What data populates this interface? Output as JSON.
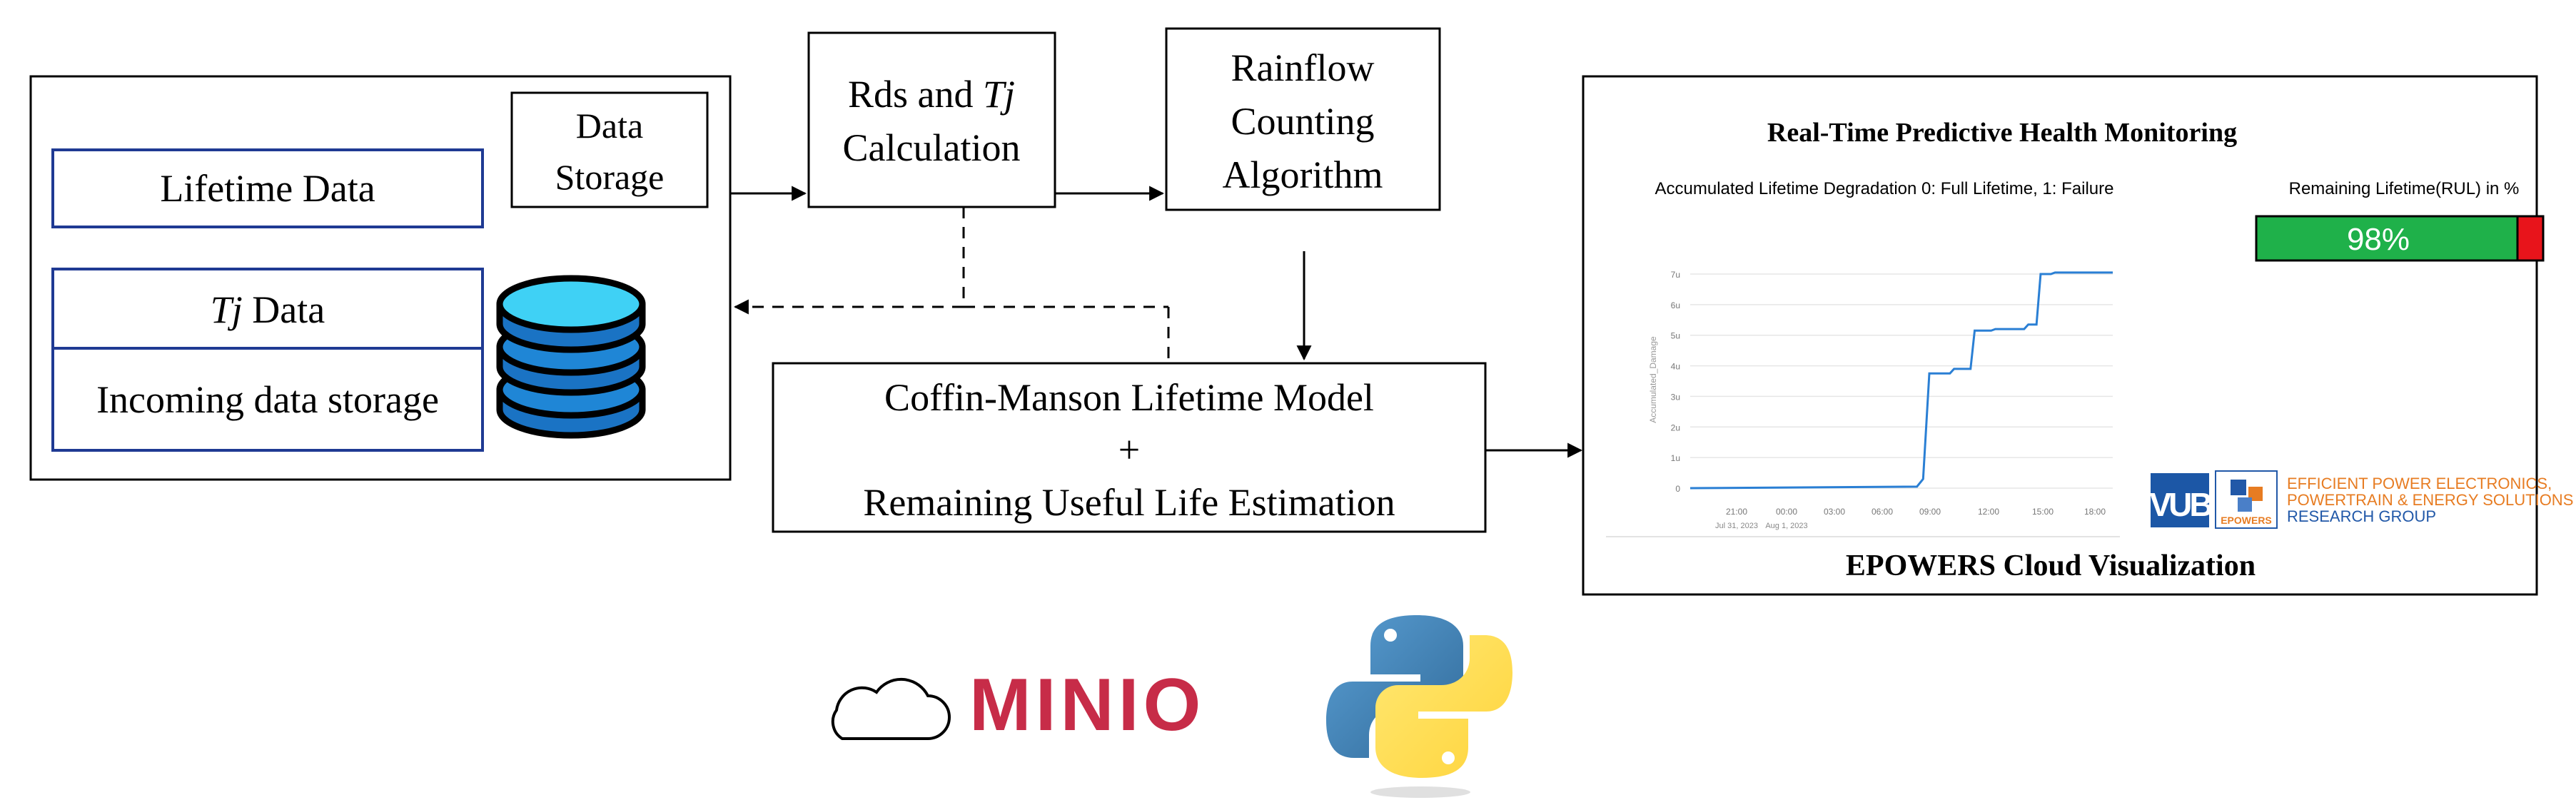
{
  "storage_panel": {
    "title_line1": "Data",
    "title_line2": "Storage",
    "lifetime_data": "Lifetime Data",
    "tj_data_italic": "Tj",
    "tj_data_rest": " Data",
    "incoming": "Incoming data storage"
  },
  "rds_box": {
    "line1_plain": "Rds and ",
    "line1_italic": "Tj",
    "line2": "Calculation"
  },
  "rainflow_box": {
    "line1": "Rainflow",
    "line2": "Counting",
    "line3": "Algorithm"
  },
  "coffin_box": {
    "line1": "Coffin-Manson Lifetime Model",
    "line2": "+",
    "line3": "Remaining Useful Life Estimation"
  },
  "dashboard": {
    "title": "Real-Time Predictive Health Monitoring",
    "chart_title": "Accumulated Lifetime Degradation 0: Full Lifetime, 1: Failure",
    "rul_title": "Remaining Lifetime(RUL) in %",
    "rul_value_label": "98%",
    "rul_value": 98,
    "footer": "EPOWERS Cloud Visualization",
    "vub_logo": "VUB",
    "epowers_logo": "EPOWERS",
    "group_line1": "EFFICIENT POWER ELECTRONICS,",
    "group_line2": "POWERTRAIN & ENERGY SOLUTIONS",
    "group_line3": "RESEARCH GROUP",
    "colors": {
      "rul_green": "#1fb14a",
      "rul_red": "#e8141b",
      "line_blue": "#2a7fd4",
      "epowers_orange": "#e77c22",
      "group_blue": "#2158a8"
    }
  },
  "chart_data": {
    "type": "line",
    "title": "Accumulated Lifetime Degradation 0: Full Lifetime, 1: Failure",
    "ylabel": "Accumulated_Damage",
    "xlabel": "",
    "y_ticks": [
      "0",
      "1u",
      "2u",
      "3u",
      "4u",
      "5u",
      "6u",
      "7u"
    ],
    "x_ticks": [
      "21:00",
      "00:00",
      "03:00",
      "06:00",
      "09:00",
      "12:00",
      "15:00",
      "18:00"
    ],
    "x_subticks": [
      "Jul 31, 2023",
      "Aug 1, 2023"
    ],
    "ylim": [
      0,
      7.5
    ],
    "grid": true,
    "series": [
      {
        "x": [
          0,
          11,
          11.3,
          11.6,
          12.6,
          12.8,
          13.6,
          13.8,
          14.6,
          14.8,
          16.2,
          16.4,
          16.8,
          17.0,
          17.5,
          17.7,
          20.5
        ],
        "values": [
          0,
          0.05,
          0.3,
          3.75,
          3.75,
          3.9,
          3.9,
          5.15,
          5.15,
          5.2,
          5.2,
          5.35,
          5.35,
          7.0,
          7.0,
          7.05,
          7.05
        ]
      }
    ]
  },
  "bottom_logos": {
    "minio": "MINIO",
    "cloud_icon": "cloud-icon",
    "python_icon": "python-logo-icon",
    "colors": {
      "minio_red": "#c72c48",
      "python_blue": "#3b73a7",
      "python_yellow": "#f2cf36"
    }
  }
}
